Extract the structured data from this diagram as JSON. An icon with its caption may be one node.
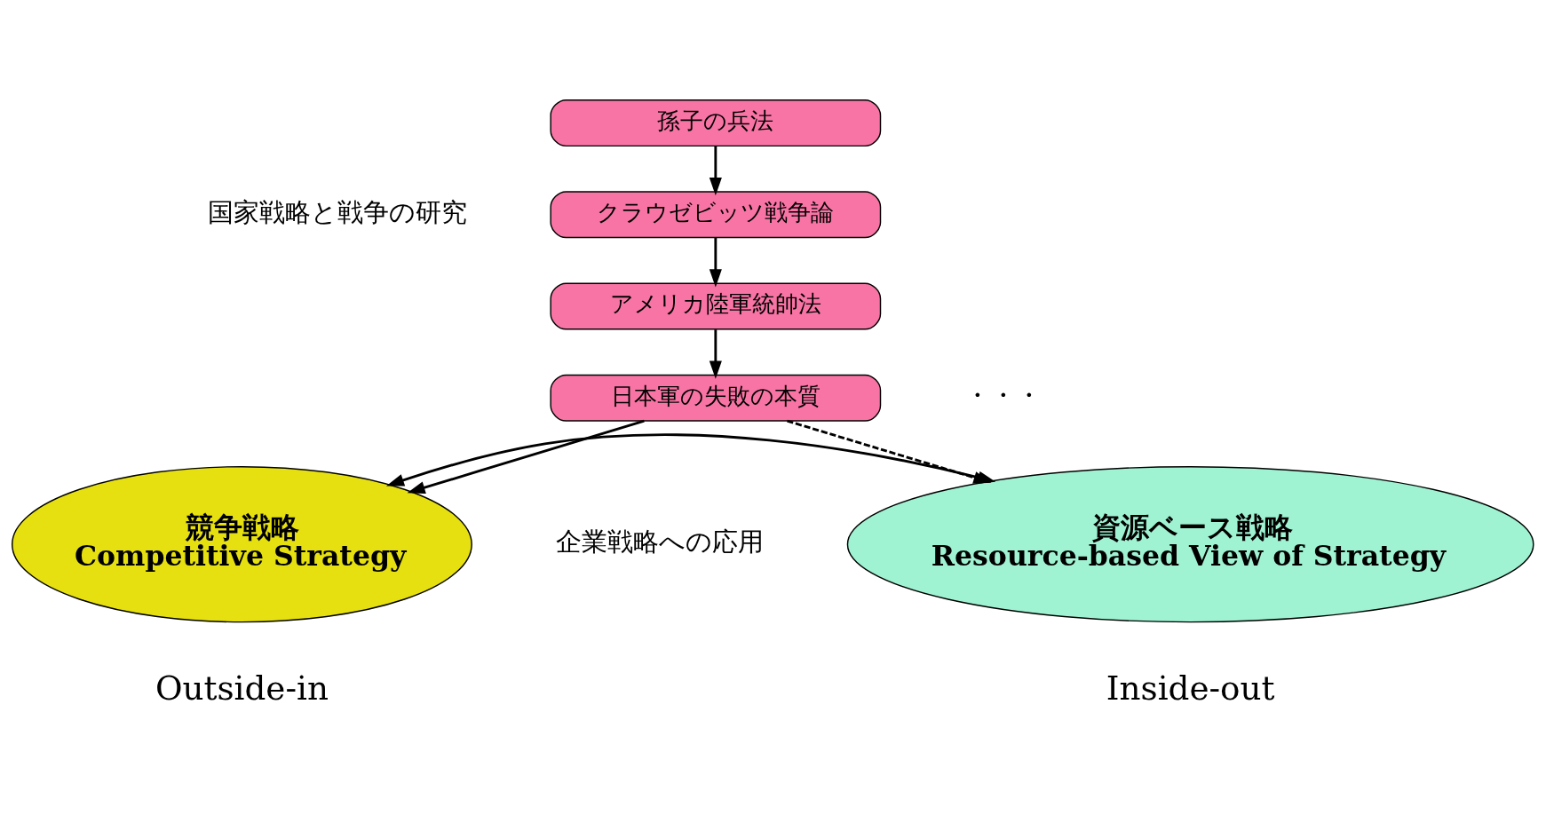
{
  "diagram": {
    "nodes": [
      {
        "text": [
          "孫子の兵法"
        ]
      },
      {
        "text": [
          "クラウゼビッツ戦争論"
        ]
      },
      {
        "text": [
          "アメリカ陸軍統帥法"
        ]
      },
      {
        "text": [
          "日本軍の失敗の本質"
        ]
      },
      {
        "text": [
          "競争戦略",
          "Competitive Strategy"
        ],
        "beside": [
          "Outside-in"
        ]
      },
      {
        "text": [
          "資源ベース戦略",
          "Resource-based View of Strategy"
        ],
        "beside": [
          "Inside-out"
        ]
      }
    ],
    "edges": [
      {
        "from": 0,
        "to": 1,
        "arrow": "to"
      },
      {
        "from": 1,
        "to": 2,
        "arrow": "to"
      },
      {
        "from": 2,
        "to": 3,
        "arrow": "to"
      },
      {
        "from": 3,
        "to": 4,
        "arrow": "to"
      },
      {
        "from": 3,
        "to": 5,
        "arrow": "to",
        "style": "dashed"
      },
      {
        "from": 4,
        "to": 5,
        "arrow": "both"
      }
    ],
    "labels": [
      "国家戦略と戦争の研究",
      "・・・",
      "企業戦略への応用"
    ]
  }
}
